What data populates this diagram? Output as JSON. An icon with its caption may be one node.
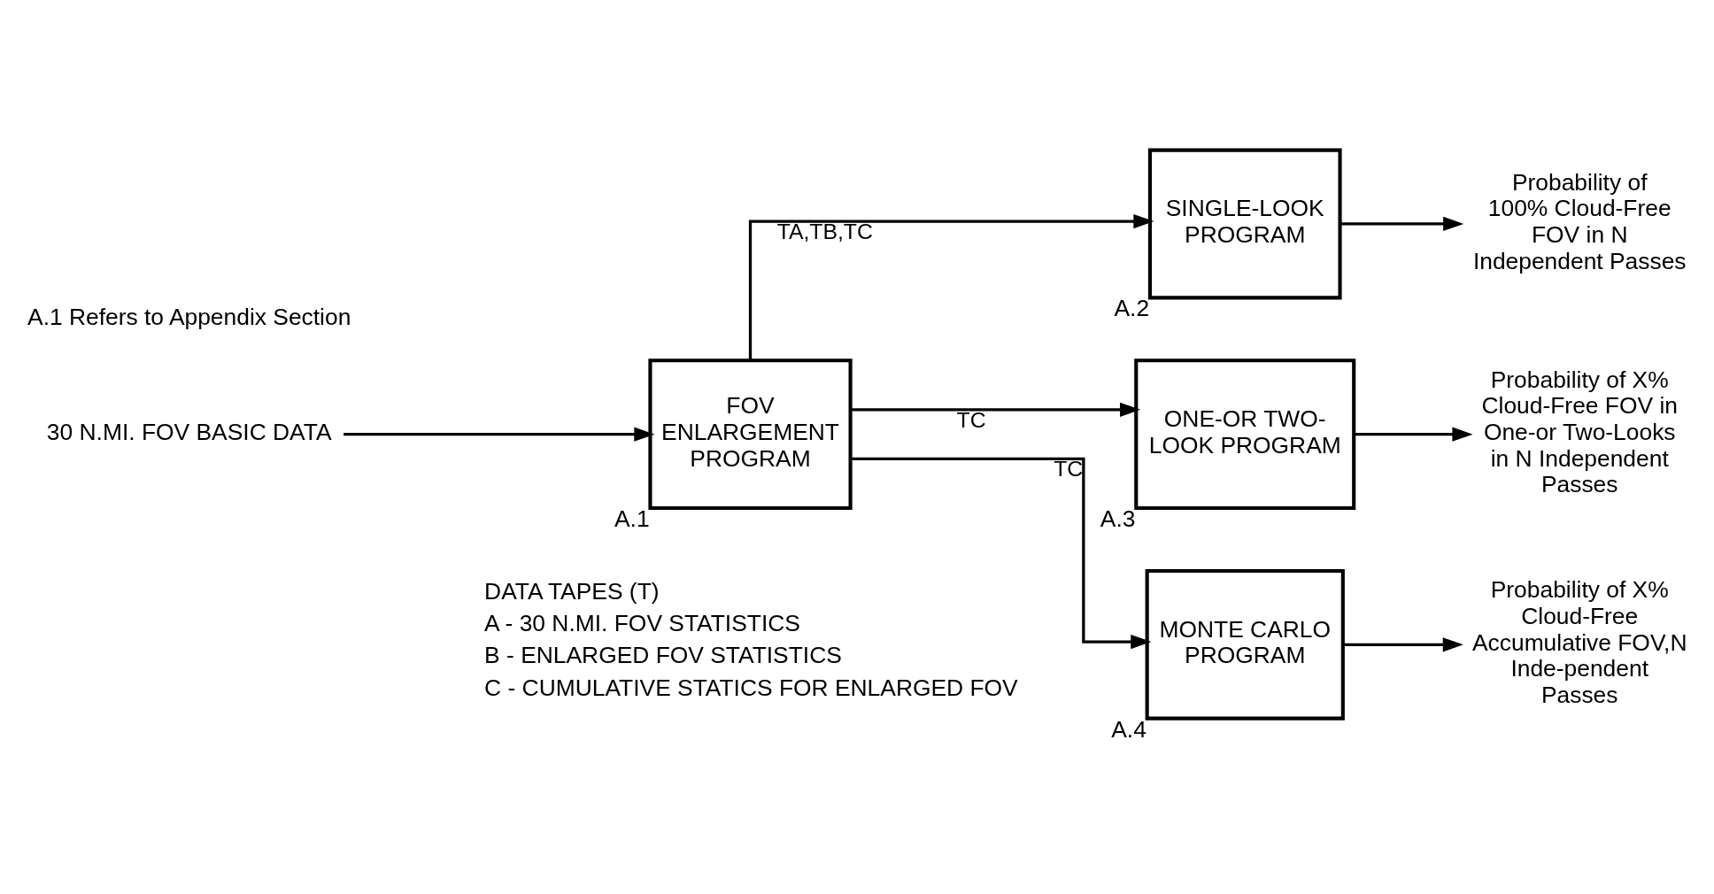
{
  "diagram": {
    "nodes": [
      {
        "text": [
          "30 N.MI. FOV BASIC DATA"
        ]
      },
      {
        "text": [
          "FOV ENLARGEMENT PROGRAM"
        ],
        "beside": [
          "A.1"
        ]
      },
      {
        "text": [
          "SINGLE-LOOK PROGRAM"
        ],
        "beside": [
          "A.2"
        ]
      },
      {
        "text": [
          "ONE-OR TWO-LOOK PROGRAM"
        ],
        "beside": [
          "A.3"
        ]
      },
      {
        "text": [
          "MONTE CARLO PROGRAM"
        ],
        "beside": [
          "A.4"
        ]
      },
      {
        "text": [
          "Probability of 100% Cloud-Free FOV in N Independent Passes"
        ]
      },
      {
        "text": [
          "Probability of X% Cloud-Free FOV in One-or Two-Looks in N Independent Passes"
        ]
      },
      {
        "text": [
          "Probability of X% Cloud-Free Accumulative FOV,N Inde-pendent Passes"
        ]
      }
    ],
    "edges": [
      {
        "from": 0,
        "to": 1,
        "arrow": "to"
      },
      {
        "from": 1,
        "to": 2,
        "arrow": "to",
        "label": "TA,TB,TC"
      },
      {
        "from": 1,
        "to": 3,
        "arrow": "to",
        "label": "TC"
      },
      {
        "from": 1,
        "to": 4,
        "arrow": "to",
        "label": "TC"
      },
      {
        "from": 2,
        "to": 5,
        "arrow": "to"
      },
      {
        "from": 3,
        "to": 6,
        "arrow": "to"
      },
      {
        "from": 4,
        "to": 7,
        "arrow": "to"
      }
    ],
    "labels": [
      "DATA TAPES (T)",
      "A - 30 N.MI. FOV STATISTICS",
      "B - ENLARGED FOV STATISTICS",
      "C - CUMULATIVE STATICS FOR ENLARGED FOV",
      "A.1 Refers to Appendix Section"
    ]
  }
}
